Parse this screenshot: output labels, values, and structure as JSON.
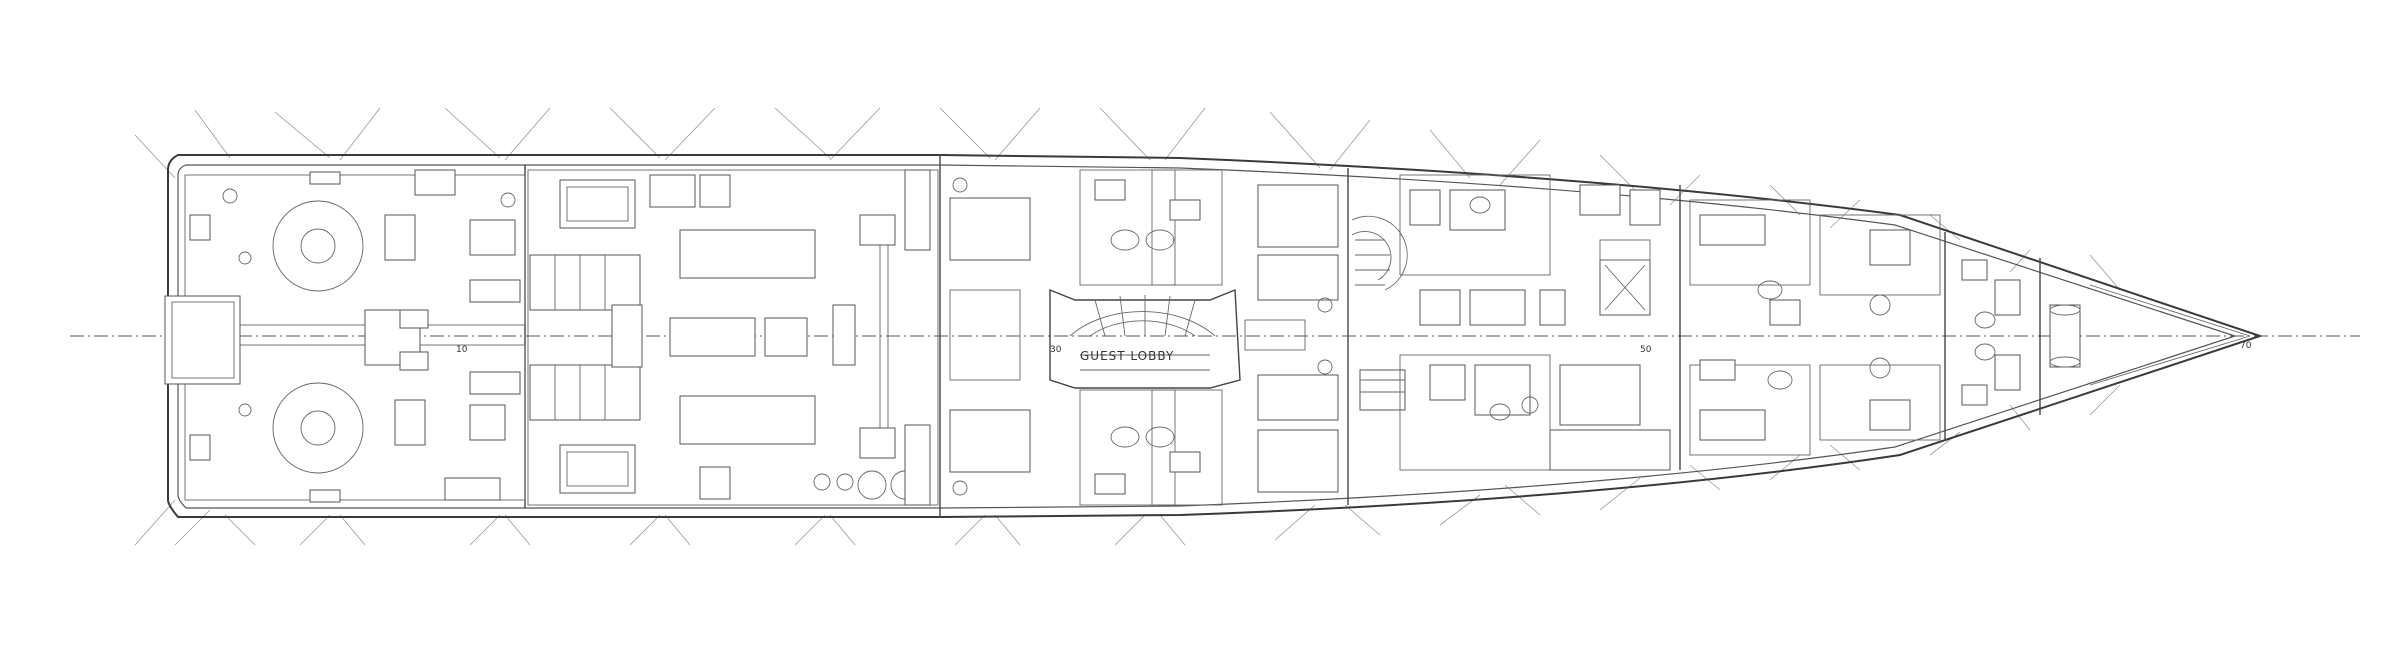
{
  "drawing": {
    "type": "yacht general arrangement plan (lower deck)",
    "line_color": "#444444",
    "background": "#ffffff"
  },
  "labels": {
    "guest_lobby": "GUEST LOBBY",
    "frame_10": "10",
    "frame_30": "30",
    "frame_50": "50",
    "frame_70": "70",
    "bow_mark": "70"
  }
}
